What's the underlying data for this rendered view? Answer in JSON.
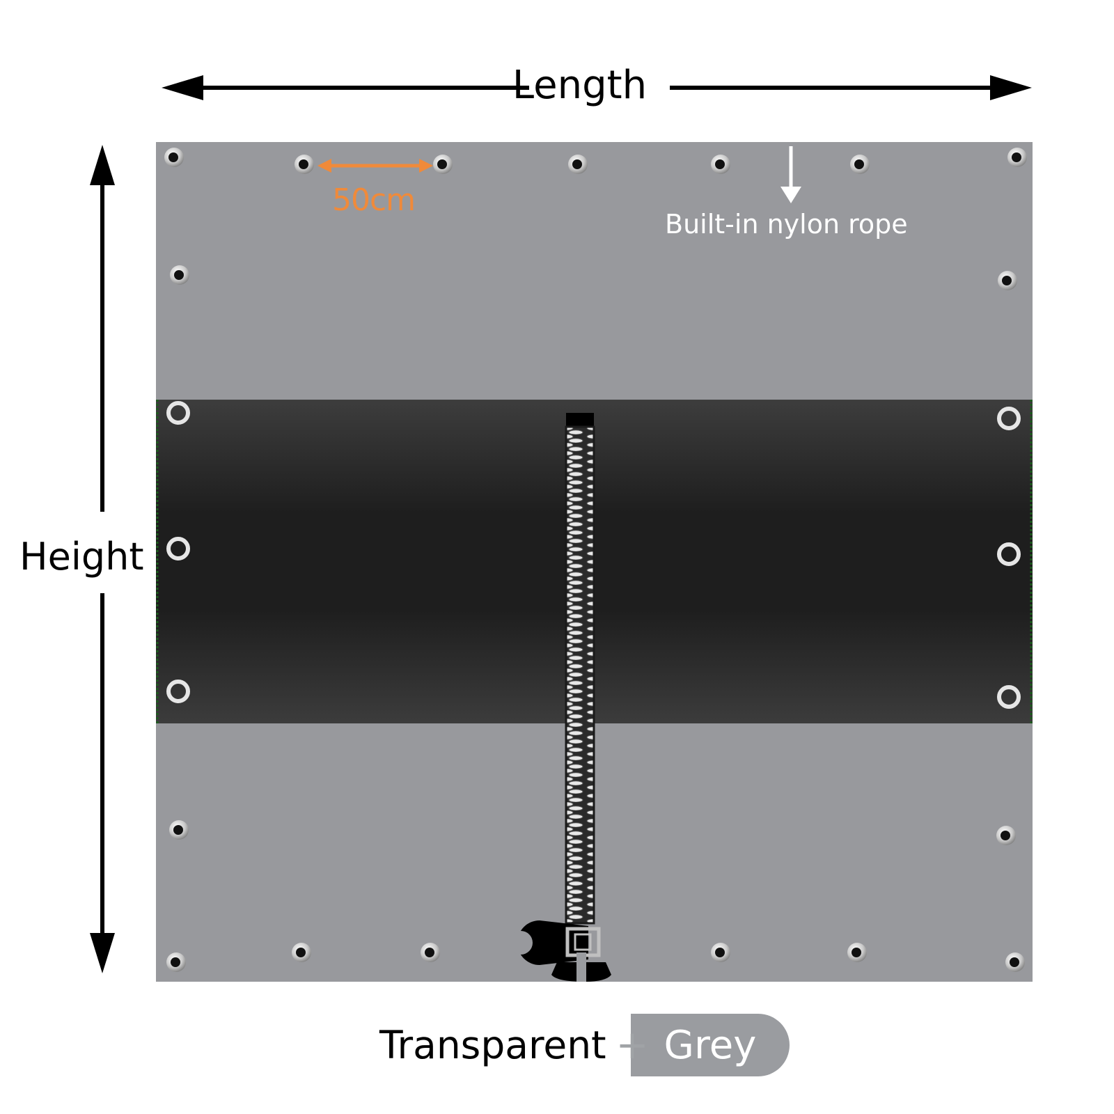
{
  "dimensions": {
    "length_label": "Length",
    "height_label": "Height"
  },
  "annotations": {
    "grommet_spacing": "50cm",
    "rope_note": "Built-in nylon rope"
  },
  "legend": {
    "first": "Transparent",
    "plus": "+",
    "second": "Grey"
  },
  "colors": {
    "tarp_grey": "#98999d",
    "tarp_dark": "#1f1f1f",
    "spacing_accent": "#f08a3a",
    "legend_grey": "#9a9ca0"
  },
  "icons": {
    "zipper": "zipper-icon",
    "grommet": "grommet-icon",
    "dimension_arrow": "double-arrow-icon"
  }
}
